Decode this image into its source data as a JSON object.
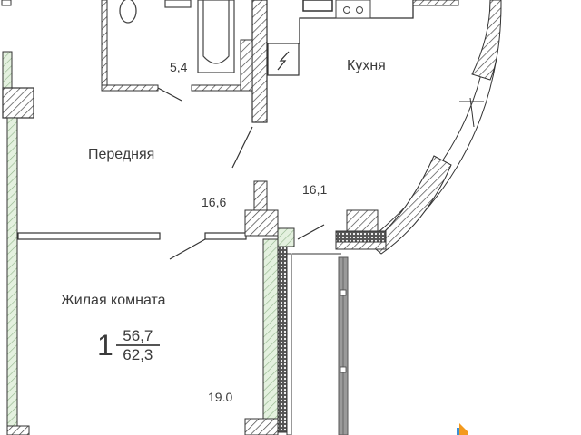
{
  "plan": {
    "type": "apartment-floor-plan",
    "rooms": [
      {
        "id": "bathroom",
        "label": "",
        "area": "5,4"
      },
      {
        "id": "hallway",
        "label": "Передняя",
        "area": "16,6"
      },
      {
        "id": "kitchen",
        "label": "Кухня",
        "area": "16,1"
      },
      {
        "id": "living",
        "label": "Жилая комната",
        "area": "19.0"
      }
    ],
    "summary": {
      "room_count": "1",
      "living_area": "56,7",
      "total_area": "62,3"
    },
    "icons": [
      "toilet-icon",
      "sink-icon",
      "bathtub-icon",
      "stove-icon",
      "electrical-panel-icon",
      "logo-icon"
    ],
    "colors": {
      "wall_line": "#3a3a3a",
      "hatch": "#555555",
      "insulation_green": "#cfe6c8",
      "logo_orange": "#f39a1e",
      "logo_blue": "#3a8fd6"
    }
  }
}
